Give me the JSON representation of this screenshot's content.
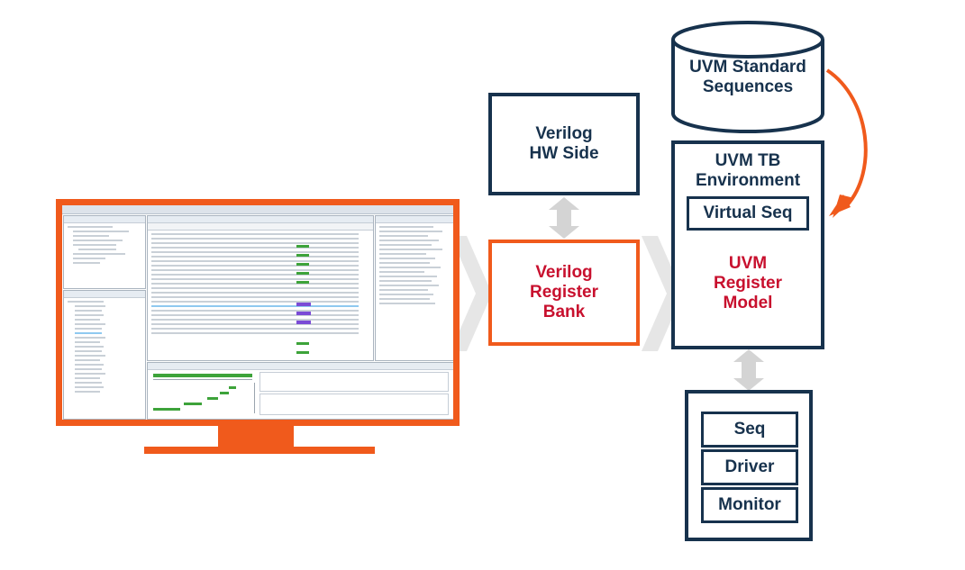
{
  "hw_side": {
    "line1": "Verilog",
    "line2": "HW Side"
  },
  "register_bank": {
    "line1": "Verilog",
    "line2": "Register",
    "line3": "Bank"
  },
  "standard_sequences": {
    "line1": "UVM Standard",
    "line2": "Sequences"
  },
  "tb_environment": {
    "line1": "UVM TB",
    "line2": "Environment",
    "virtual_seq": "Virtual Seq",
    "reg_model": {
      "line1": "UVM",
      "line2": "Register",
      "line3": "Model"
    }
  },
  "agent": {
    "seq": "Seq",
    "driver": "Driver",
    "monitor": "Monitor"
  },
  "colors": {
    "orange": "#f05a1c",
    "navy": "#17324d",
    "red": "#c8102e",
    "chevron": "#e6e6e6",
    "connector": "#d4d4d4"
  }
}
